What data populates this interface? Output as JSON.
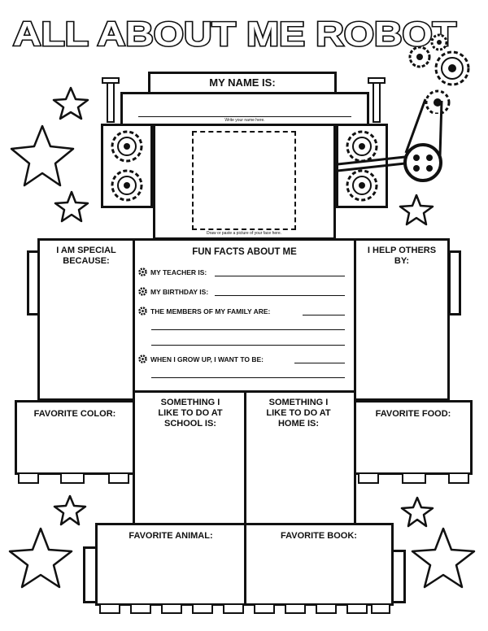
{
  "title": "ALL ABOUT ME ROBOT",
  "name_label": "MY NAME IS:",
  "name_hint": "Write your name here.",
  "photo_hint": "Draw or paste a picture of your face here.",
  "special": "I AM SPECIAL BECAUSE:",
  "help": "I HELP OTHERS BY:",
  "fun_facts": {
    "heading": "FUN FACTS ABOUT ME",
    "items": [
      "MY TEACHER IS:",
      "MY BIRTHDAY IS:",
      "THE MEMBERS OF MY FAMILY ARE:",
      "WHEN I GROW UP, I WANT TO BE:"
    ]
  },
  "color": "FAVORITE COLOR:",
  "food": "FAVORITE FOOD:",
  "school": "SOMETHING I LIKE TO DO AT SCHOOL IS:",
  "home": "SOMETHING I LIKE TO DO AT HOME IS:",
  "animal": "FAVORITE ANIMAL:",
  "book": "FAVORITE BOOK:"
}
